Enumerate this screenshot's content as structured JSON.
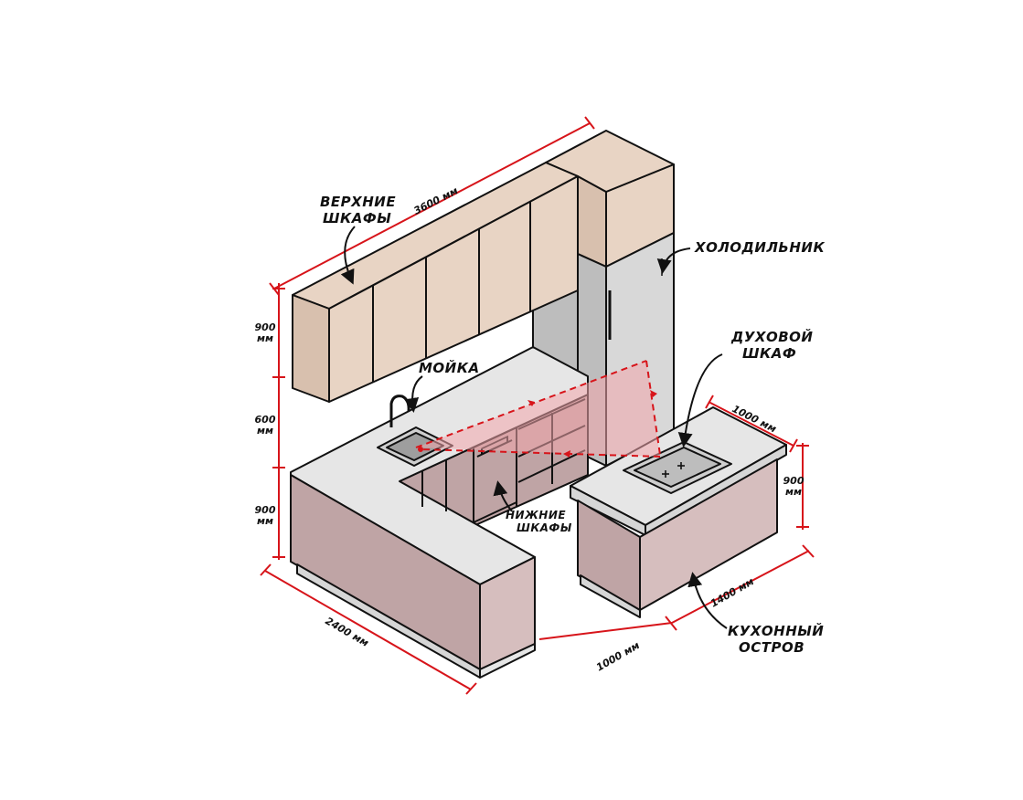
{
  "labels": {
    "upper_cabinets_line1": "ВЕРХНИЕ",
    "upper_cabinets_line2": "ШКАФЫ",
    "fridge": "ХОЛОДИЛЬНИК",
    "oven_line1": "ДУХОВОЙ",
    "oven_line2": "ШКАФ",
    "sink": "МОЙКА",
    "lower_cabinets_line1": "НИЖНИЕ",
    "lower_cabinets_line2": "ШКАФЫ",
    "island_line1": "КУХОННЫЙ",
    "island_line2": "ОСТРОВ"
  },
  "dimensions": {
    "top_length": "3600 мм",
    "upper_height_value": "900",
    "upper_height_unit": "мм",
    "gap_value": "600",
    "gap_unit": "мм",
    "lower_height_value": "900",
    "lower_height_unit": "мм",
    "left_length": "2400 мм",
    "aisle_width": "1000 мм",
    "island_width": "1000 мм",
    "island_height_value": "900",
    "island_height_unit": "мм",
    "island_length": "1400 мм"
  },
  "colors": {
    "dimension_red": "#d7141a",
    "upper_front": "#e8d4c4",
    "upper_side": "#d8c0ae",
    "fridge_front": "#d8d8d8",
    "fridge_side": "#bdbdbd",
    "counter_top": "#e6e6e6",
    "lower_front": "#bfa4a5",
    "lower_side": "#d6bebe",
    "triangle_fill": "#f2a6ac"
  }
}
